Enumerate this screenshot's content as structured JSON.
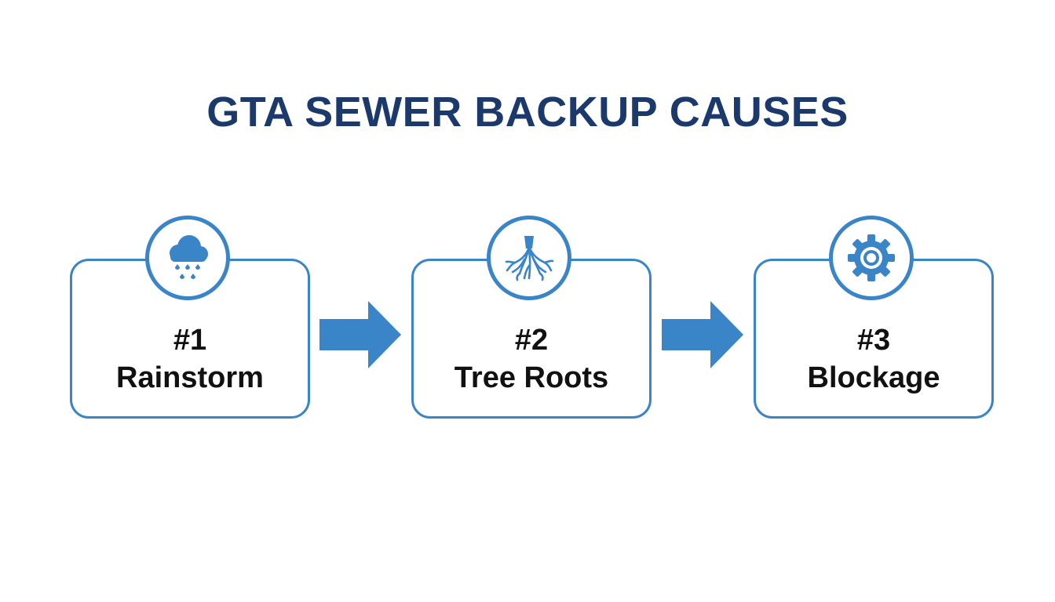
{
  "title": "GTA SEWER BACKUP CAUSES",
  "colors": {
    "title": "#1b3a6b",
    "accent": "#3a84c8",
    "text": "#111111"
  },
  "steps": [
    {
      "number": "#1",
      "label": "Rainstorm",
      "icon": "rain-cloud-icon"
    },
    {
      "number": "#2",
      "label": "Tree Roots",
      "icon": "tree-roots-icon"
    },
    {
      "number": "#3",
      "label": "Blockage",
      "icon": "gear-icon"
    }
  ]
}
